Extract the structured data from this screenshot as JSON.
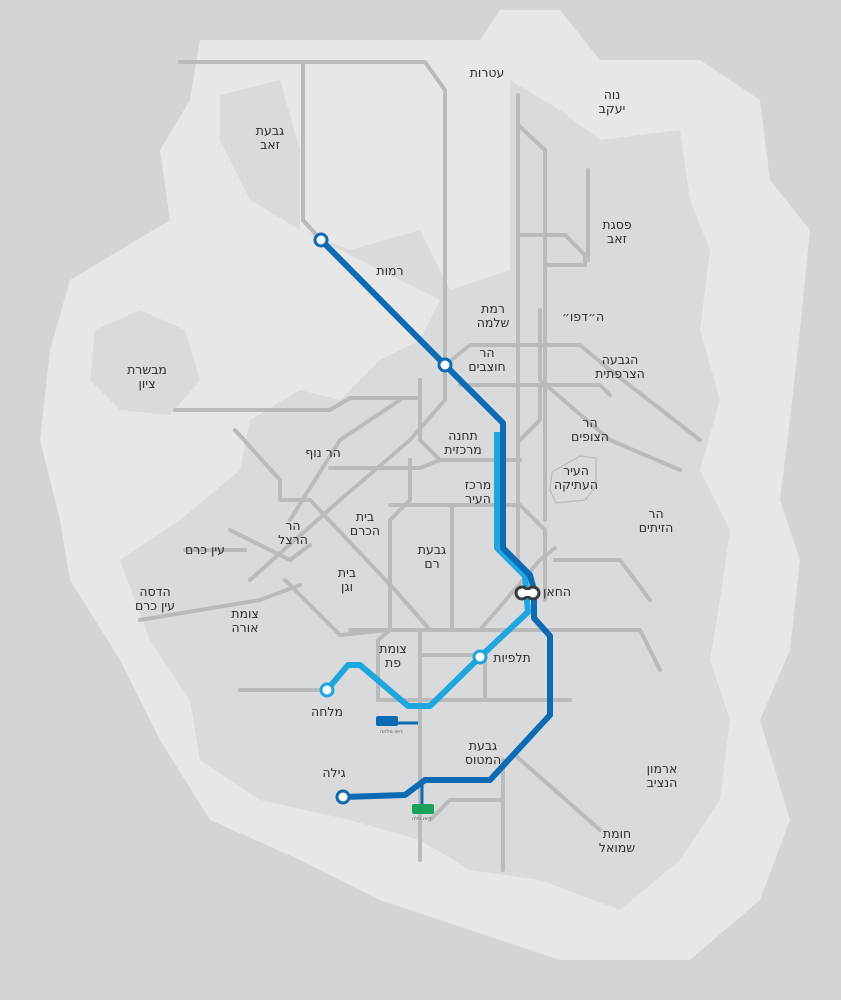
{
  "colors": {
    "background": "#d3d4d6",
    "band": "#e7e7e8",
    "city": "#d9dadc",
    "road": "#b9babc",
    "line_dark": "#0c6bb2",
    "line_light": "#1ea6df",
    "interchange": "#3a3a3c"
  },
  "neighborhoods": [
    {
      "id": "atarot",
      "lines": [
        "עטרות"
      ]
    },
    {
      "id": "neve-yaakov",
      "lines": [
        "נוה",
        "יעקב"
      ]
    },
    {
      "id": "givat-zeev",
      "lines": [
        "גבעת",
        "זאב"
      ]
    },
    {
      "id": "pisgat-zeev",
      "lines": [
        "פסגת",
        "זאב"
      ]
    },
    {
      "id": "ramot",
      "lines": [
        "רמות"
      ]
    },
    {
      "id": "ramat-shlomo",
      "lines": [
        "רמת",
        "שלמה"
      ]
    },
    {
      "id": "depot",
      "lines": [
        "ה״דפו״"
      ]
    },
    {
      "id": "mevaseret-zion",
      "lines": [
        "מבשרת",
        "ציון"
      ]
    },
    {
      "id": "har-hotzvim",
      "lines": [
        "הר",
        "חוצבים"
      ]
    },
    {
      "id": "french-hill",
      "lines": [
        "הגבעה",
        "הצרפתית"
      ]
    },
    {
      "id": "mount-scopus",
      "lines": [
        "הר",
        "הצופים"
      ]
    },
    {
      "id": "central-station",
      "lines": [
        "תחנה",
        "מרכזית"
      ]
    },
    {
      "id": "har-nof",
      "lines": [
        "הר נוף"
      ]
    },
    {
      "id": "old-city",
      "lines": [
        "העיר",
        "העתיקה"
      ]
    },
    {
      "id": "city-center",
      "lines": [
        "מרכז",
        "העיר"
      ]
    },
    {
      "id": "mount-of-olives",
      "lines": [
        "הר",
        "הזיתים"
      ]
    },
    {
      "id": "beit-hakerem",
      "lines": [
        "בית",
        "הכרם"
      ]
    },
    {
      "id": "mount-herzl",
      "lines": [
        "הר",
        "הרצל"
      ]
    },
    {
      "id": "ein-karem",
      "lines": [
        "עין כרם"
      ]
    },
    {
      "id": "givat-ram",
      "lines": [
        "גבעת",
        "רם"
      ]
    },
    {
      "id": "bayit-vegan",
      "lines": [
        "בית",
        "וגן"
      ]
    },
    {
      "id": "hadassah-ein-karem",
      "lines": [
        "הדסה",
        "עין כרם"
      ]
    },
    {
      "id": "khan",
      "lines": [
        "החאן"
      ]
    },
    {
      "id": "orah-junction",
      "lines": [
        "צומת",
        "אורה"
      ]
    },
    {
      "id": "pat-junction",
      "lines": [
        "צומת",
        "פת"
      ]
    },
    {
      "id": "talpiot",
      "lines": [
        "תלפיות"
      ]
    },
    {
      "id": "malha",
      "lines": [
        "מלחה"
      ]
    },
    {
      "id": "givat-hamatos",
      "lines": [
        "גבעת",
        "המטוס"
      ]
    },
    {
      "id": "armon-hanatziv",
      "lines": [
        "ארמון",
        "הנציב"
      ]
    },
    {
      "id": "gilo",
      "lines": [
        "גילה"
      ]
    },
    {
      "id": "homat-shmuel",
      "lines": [
        "חומת",
        "שמואל"
      ]
    }
  ],
  "depots": [
    {
      "id": "malha-depot",
      "label": "דיפו מלחה"
    },
    {
      "id": "gilo-depot",
      "label": "דיפו גילה"
    }
  ]
}
